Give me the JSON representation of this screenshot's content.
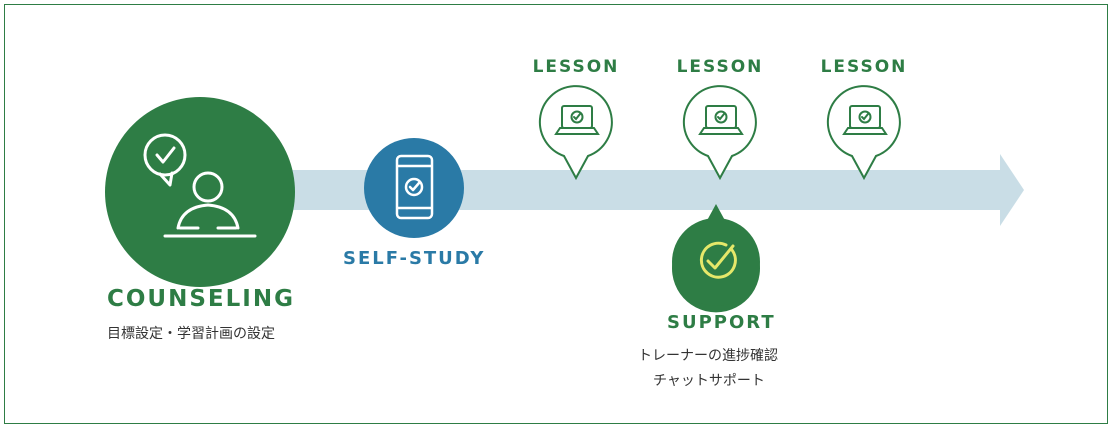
{
  "counseling": {
    "title": "COUNSELING",
    "description": "目標設定・学習計画の設定",
    "color": "#2e7d45"
  },
  "self_study": {
    "title": "SELF-STUDY",
    "color": "#2a7aa6"
  },
  "lessons": [
    {
      "label": "LESSON"
    },
    {
      "label": "LESSON"
    },
    {
      "label": "LESSON"
    }
  ],
  "support": {
    "title": "SUPPORT",
    "line1": "トレーナーの進捗確認",
    "line2": "チャットサポート",
    "check_color": "#e6e86a"
  },
  "arrow_color": "#c9dde6"
}
